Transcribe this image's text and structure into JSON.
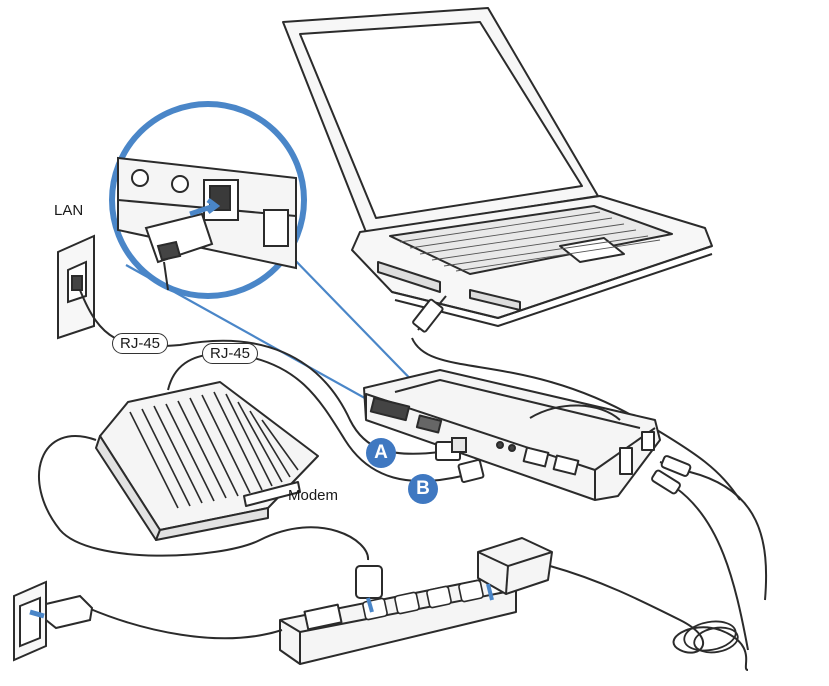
{
  "labels": {
    "lan": "LAN",
    "rj45_wall": "RJ-45",
    "rj45_modem": "RJ-45",
    "modem": "Modem",
    "port_a": "A",
    "port_b": "B"
  },
  "colors": {
    "line": "#2b2b2b",
    "accent_blue": "#4a86c8",
    "badge_blue": "#3f78c1",
    "fill_light": "#f4f4f4"
  },
  "icons": {
    "laptop": "laptop-icon",
    "dock": "docking-station-icon",
    "modem": "modem-icon",
    "power_strip": "power-strip-icon",
    "wall_jack": "lan-wall-jack-icon",
    "outlet": "power-outlet-icon",
    "adapter": "power-adapter-icon",
    "zoom": "zoom-callout-icon"
  }
}
